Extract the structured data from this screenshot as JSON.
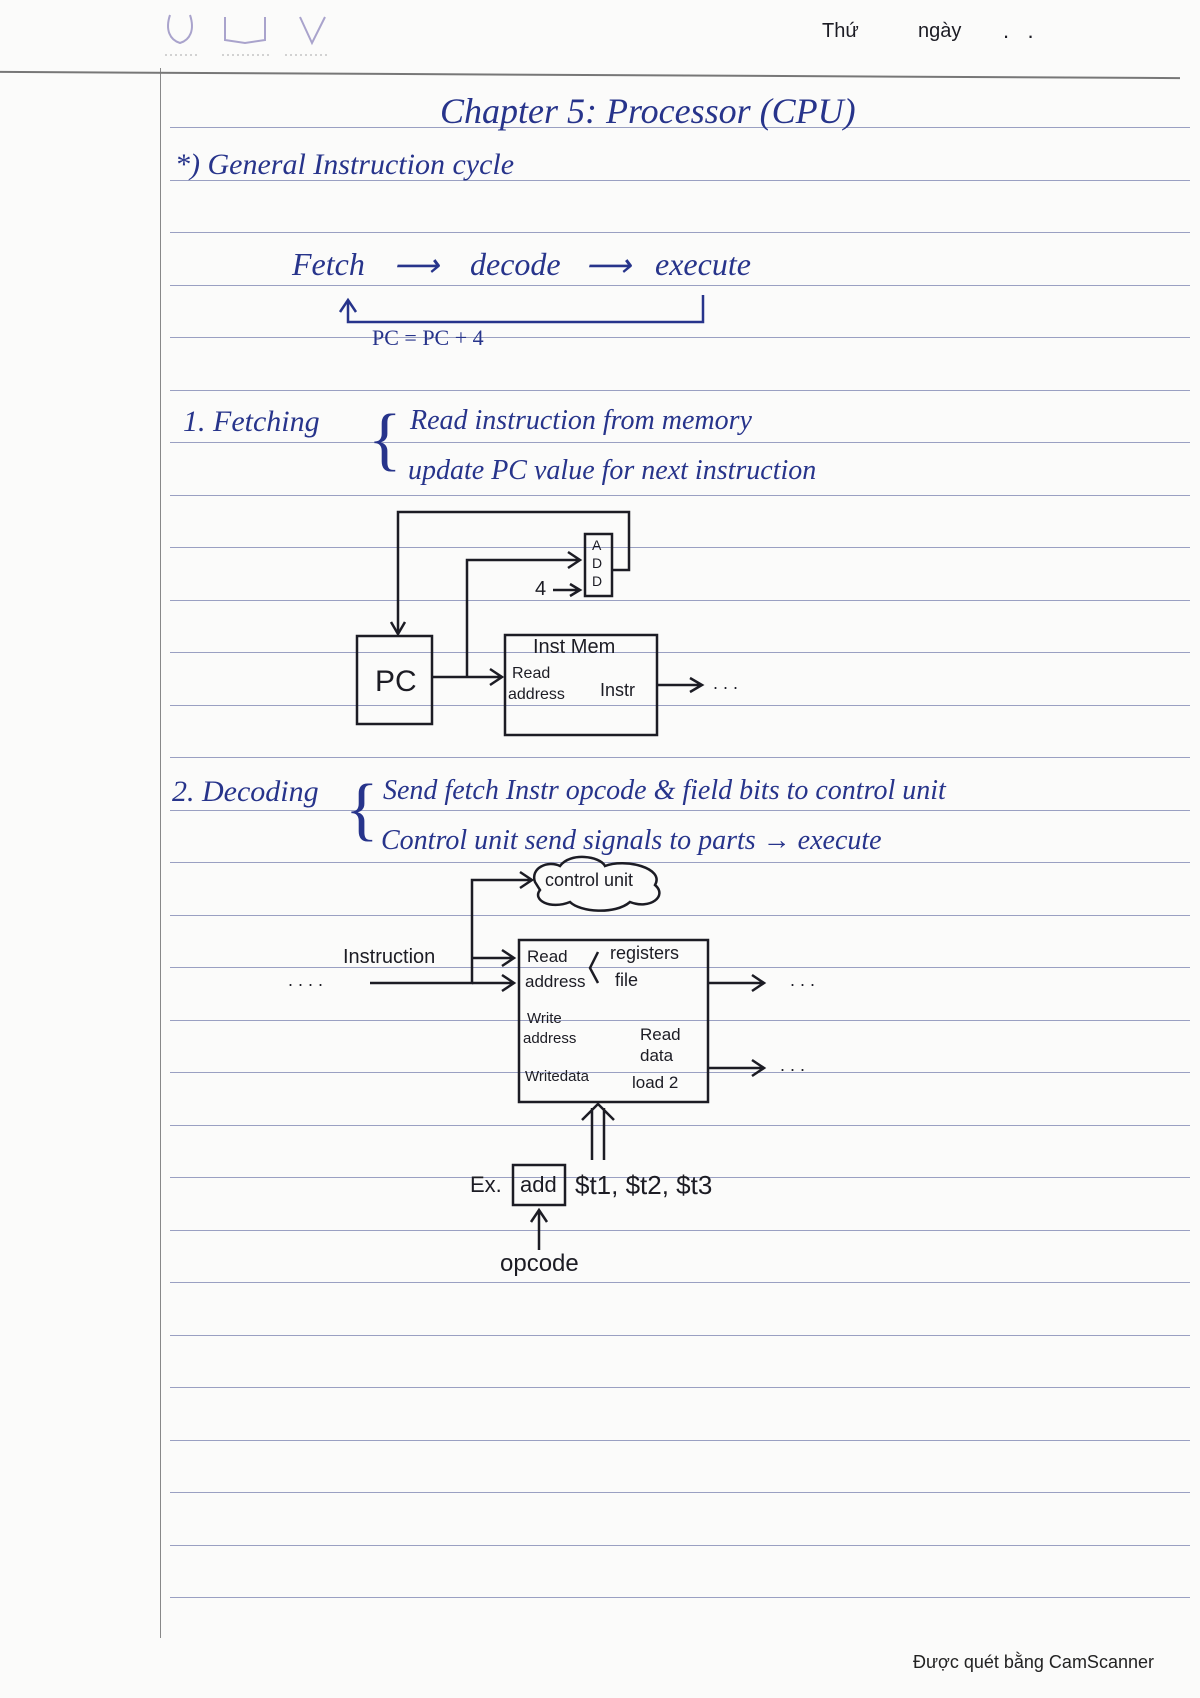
{
  "header": {
    "day_label": "Thứ",
    "date_label": "ngày",
    "date_dots": ".   ."
  },
  "title": "Chapter 5: Processor (CPU)",
  "section_heading": "*) General Instruction cycle",
  "cycle": {
    "step1": "Fetch",
    "step2": "decode",
    "step3": "execute",
    "arrow": "⟶",
    "loop_label": "PC = PC + 4"
  },
  "fetching": {
    "label": "1. Fetching",
    "points": [
      "Read instruction from memory",
      "update PC value for next instruction"
    ],
    "diagram": {
      "pc": "PC",
      "add": [
        "A",
        "D",
        "D"
      ],
      "four": "4",
      "inst_mem": "Inst Mem",
      "read": "Read",
      "address": "address",
      "instr": "Instr",
      "ellipsis": ". . ."
    }
  },
  "decoding": {
    "label": "2. Decoding",
    "points": [
      "Send fetch Instr opcode & field bits to control unit",
      "Control unit send signals to parts → execute"
    ],
    "diagram": {
      "control_unit": "control unit",
      "instruction": "Instruction",
      "ellipsis_in": ". . . .",
      "read_address": [
        "Read",
        "address"
      ],
      "registers_file": [
        "registers",
        "file"
      ],
      "write_address": [
        "Write",
        "address"
      ],
      "write_data": "Writedata",
      "read_data": [
        "Read",
        "data",
        "load 2"
      ],
      "ellipsis_out1": ". . .",
      "ellipsis_out2": ". . .",
      "example_prefix": "Ex.",
      "example_op": "add",
      "example_args": "$t1, $t2, $t3",
      "opcode_label": "opcode"
    }
  },
  "footer": "Được quét bằng CamScanner",
  "colors": {
    "ink": "#27348b",
    "pen": "#1c1c24",
    "rule": "#9aa0c2"
  }
}
